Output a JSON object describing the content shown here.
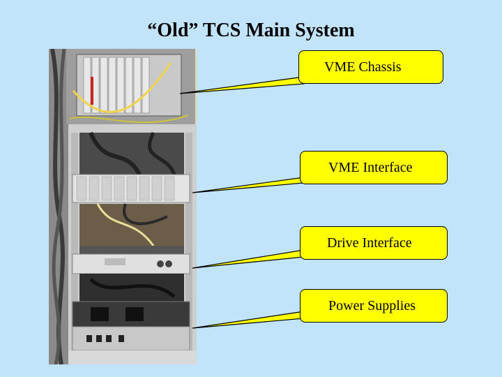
{
  "slide": {
    "title": "“Old” TCS Main System"
  },
  "callouts": [
    {
      "label": "VME Chassis"
    },
    {
      "label": "VME Interface"
    },
    {
      "label": "Drive Interface"
    },
    {
      "label": "Power Supplies"
    }
  ],
  "colors": {
    "background": "#c2e4fb",
    "callout_fill": "#ffff00"
  }
}
